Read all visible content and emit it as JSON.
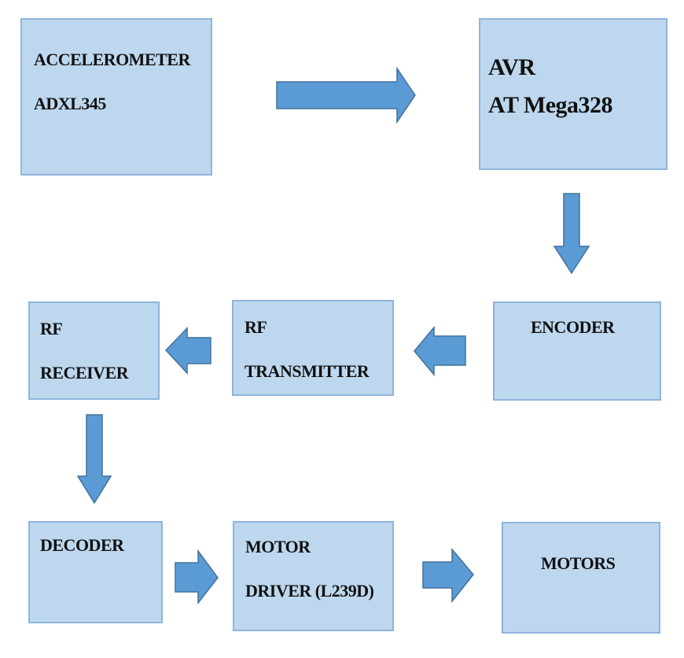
{
  "colors": {
    "block_fill": "#bdd7ee",
    "block_border": "#8fb4dc",
    "arrow_fill": "#5b9bd5",
    "arrow_stroke": "#41719c"
  },
  "blocks": {
    "accelerometer": {
      "line1": "ACCELEROMETER",
      "line2": "ADXL345"
    },
    "avr": {
      "line1": "AVR",
      "line2": "AT Mega328"
    },
    "encoder": {
      "line1": "ENCODER"
    },
    "rf_transmitter": {
      "line1": "RF",
      "line2": "TRANSMITTER"
    },
    "rf_receiver": {
      "line1": "RF",
      "line2": "RECEIVER"
    },
    "decoder": {
      "line1": "DECODER"
    },
    "motor_driver": {
      "line1": "MOTOR",
      "line2": "DRIVER (L239D)"
    },
    "motors": {
      "line1": "MOTORS"
    }
  },
  "connections": [
    {
      "from": "accelerometer",
      "to": "avr",
      "direction": "right"
    },
    {
      "from": "avr",
      "to": "encoder",
      "direction": "down"
    },
    {
      "from": "encoder",
      "to": "rf_transmitter",
      "direction": "left"
    },
    {
      "from": "rf_transmitter",
      "to": "rf_receiver",
      "direction": "left"
    },
    {
      "from": "rf_receiver",
      "to": "decoder",
      "direction": "down"
    },
    {
      "from": "decoder",
      "to": "motor_driver",
      "direction": "right"
    },
    {
      "from": "motor_driver",
      "to": "motors",
      "direction": "right"
    }
  ]
}
